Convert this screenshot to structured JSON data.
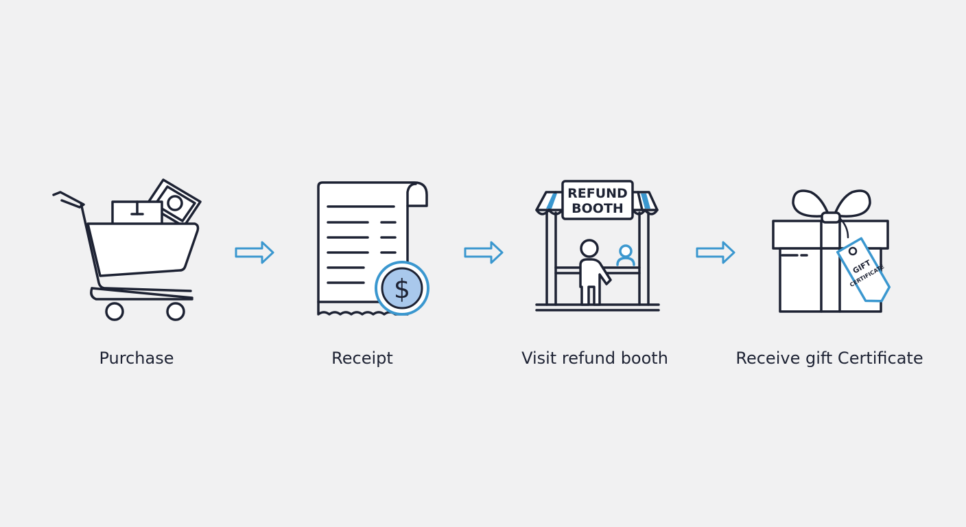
{
  "steps": [
    {
      "label": "Purchase",
      "icon": "shopping-cart-icon"
    },
    {
      "label": "Receipt",
      "icon": "receipt-dollar-icon"
    },
    {
      "label": "Visit refund booth",
      "icon": "refund-booth-icon"
    },
    {
      "label": "Receive gift Certificate",
      "icon": "gift-box-icon"
    }
  ],
  "booth_sign": {
    "line1": "REFUND",
    "line2": "BOOTH"
  },
  "gift_tag": {
    "line1": "GIFT",
    "line2": "CERTIFICATE"
  },
  "receipt_coin": {
    "symbol": "$"
  },
  "connector_icon": "arrow-right-icon",
  "colors": {
    "background": "#f1f1f2",
    "stroke": "#1d2233",
    "accent": "#3a97cf",
    "accent_fill": "#a9c8ec"
  }
}
